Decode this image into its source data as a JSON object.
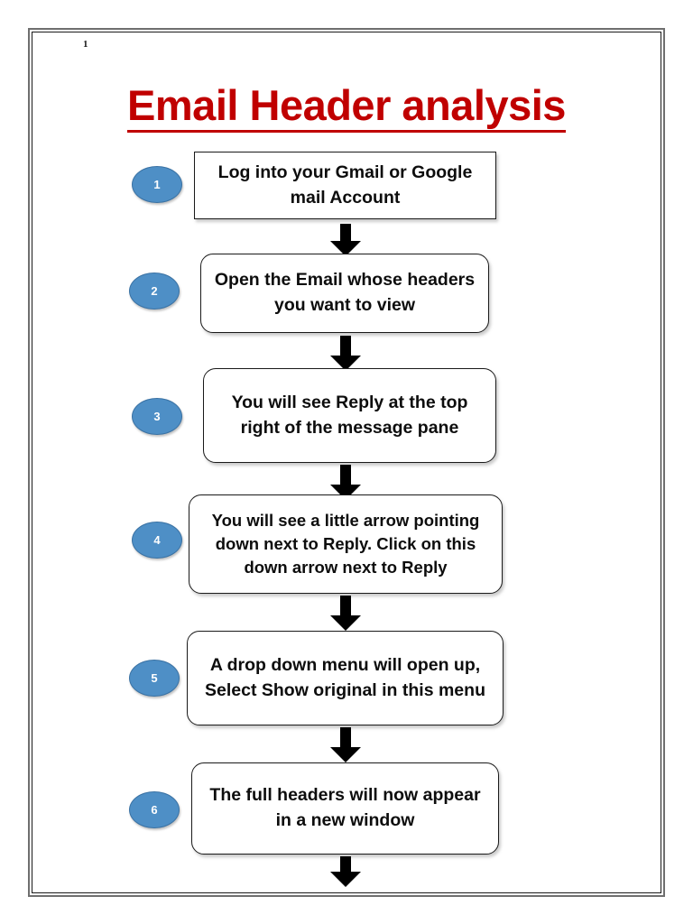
{
  "document": {
    "page_number": "1",
    "title": "Email Header analysis",
    "title_color": "#C00000",
    "badge_color": "#4E8FC6",
    "box_border_color": "#1A1A1A",
    "arrow_color": "#000000"
  },
  "flowchart": {
    "type": "vertical-process-flow",
    "steps": [
      {
        "number": "1",
        "text": "Log into your Gmail or Google mail Account",
        "shape": "rectangle"
      },
      {
        "number": "2",
        "text": "Open the Email whose headers you want to view",
        "shape": "rounded-rectangle"
      },
      {
        "number": "3",
        "text": "You will see Reply at the top right of the message pane",
        "shape": "rounded-rectangle"
      },
      {
        "number": "4",
        "text": "You will see a little arrow pointing down next to Reply. Click on this down arrow next to Reply",
        "shape": "rounded-rectangle"
      },
      {
        "number": "5",
        "text": "A drop down menu will open up, Select Show original in this menu",
        "shape": "rounded-rectangle"
      },
      {
        "number": "6",
        "text": "The full headers will now appear in a new window",
        "shape": "rounded-rectangle"
      }
    ],
    "connectors": [
      {
        "name": "arrow-1-to-2",
        "icon": "down-block-arrow"
      },
      {
        "name": "arrow-2-to-3",
        "icon": "down-block-arrow"
      },
      {
        "name": "arrow-3-to-4",
        "icon": "down-block-arrow"
      },
      {
        "name": "arrow-4-to-5",
        "icon": "down-block-arrow"
      },
      {
        "name": "arrow-5-to-6",
        "icon": "down-block-arrow"
      },
      {
        "name": "arrow-6-to-next-page",
        "icon": "down-block-arrow"
      }
    ]
  }
}
